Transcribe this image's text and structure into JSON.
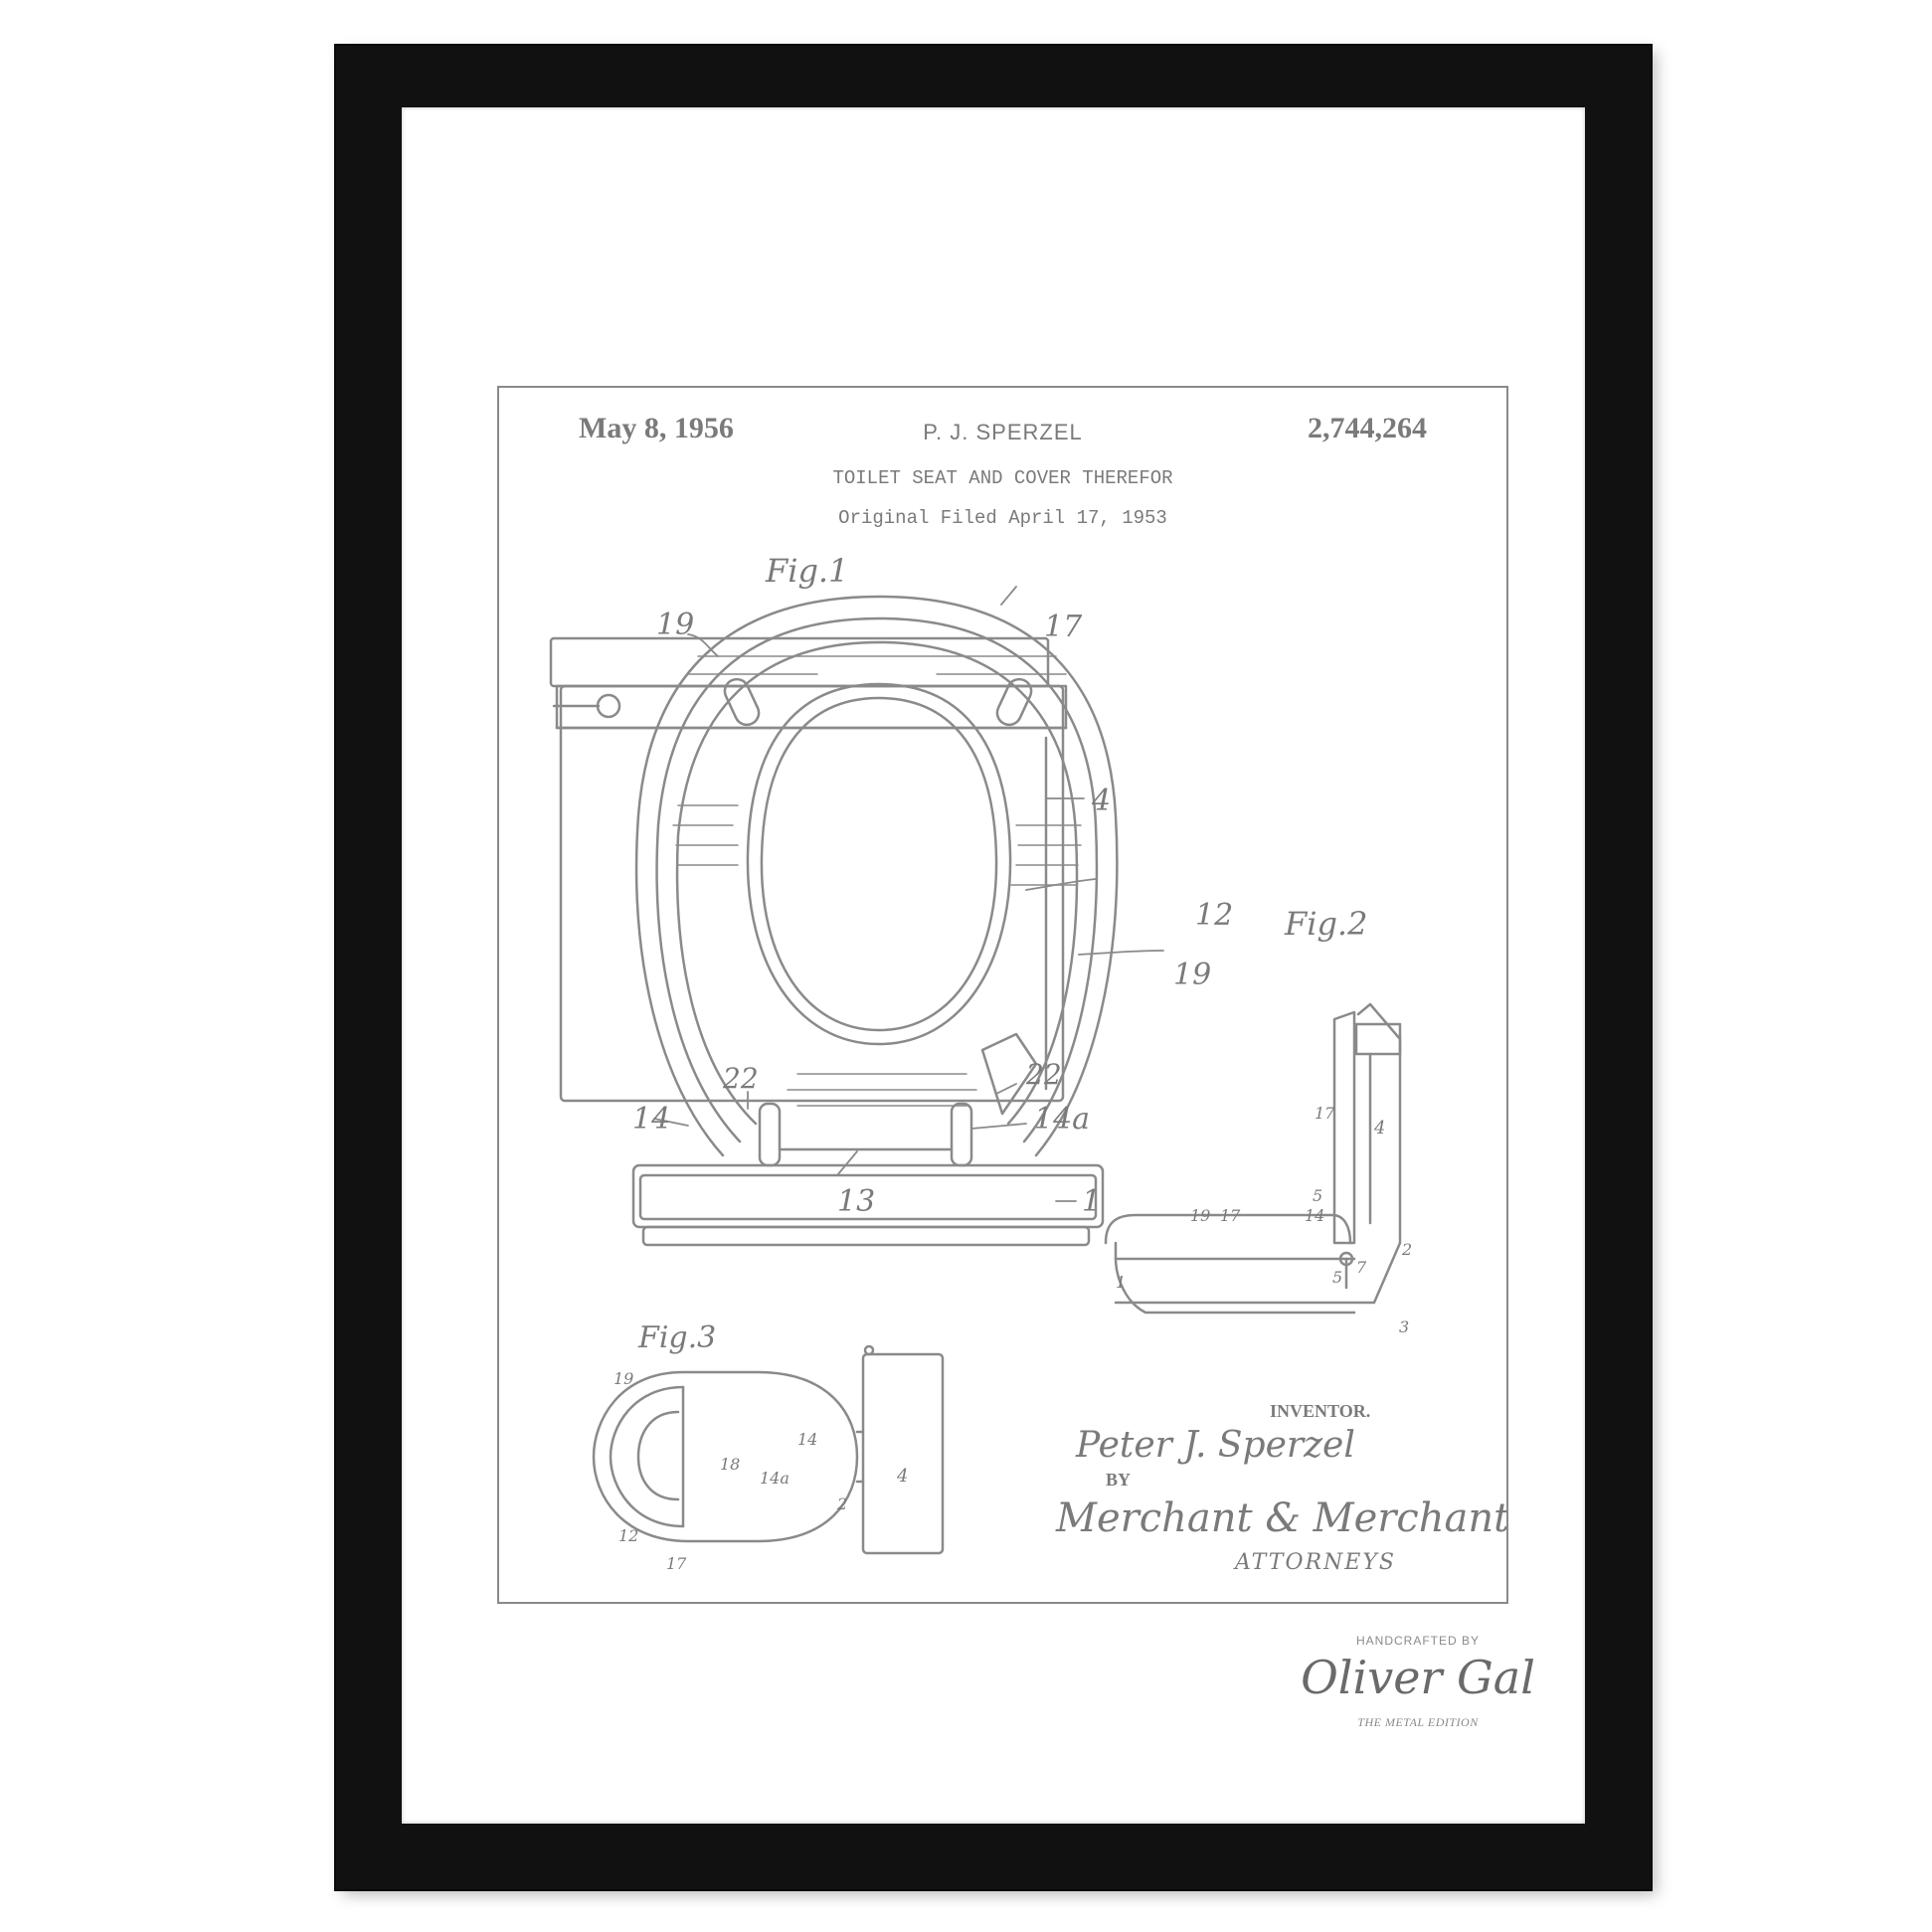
{
  "patent": {
    "date": "May 8, 1956",
    "inventor_header": "P. J. SPERZEL",
    "number": "2,744,264",
    "title": "TOILET SEAT AND COVER THEREFOR",
    "filed": "Original Filed April 17, 1953"
  },
  "figures": {
    "fig1": "Fig.1",
    "fig2": "Fig.2",
    "fig3": "Fig.3"
  },
  "reference_numerals": {
    "n19": "19",
    "n17": "17",
    "n4": "4",
    "n12": "12",
    "n22": "22",
    "n14": "14",
    "n14a": "14a",
    "n13": "13",
    "n1": "1",
    "n5": "5",
    "n7": "7",
    "n2": "2",
    "n3": "3",
    "n18": "18"
  },
  "signature": {
    "inventor_label": "INVENTOR.",
    "inventor_name": "Peter J. Sperzel",
    "by": "BY",
    "attorneys_name": "Merchant & Merchant",
    "attorneys_label": "ATTORNEYS"
  },
  "credit": {
    "handcrafted": "HANDCRAFTED BY",
    "brand": "Oliver Gal",
    "edition": "THE METAL EDITION"
  },
  "colors": {
    "frame": "#111111",
    "ink": "#7a7a7a",
    "paper": "#ffffff"
  }
}
